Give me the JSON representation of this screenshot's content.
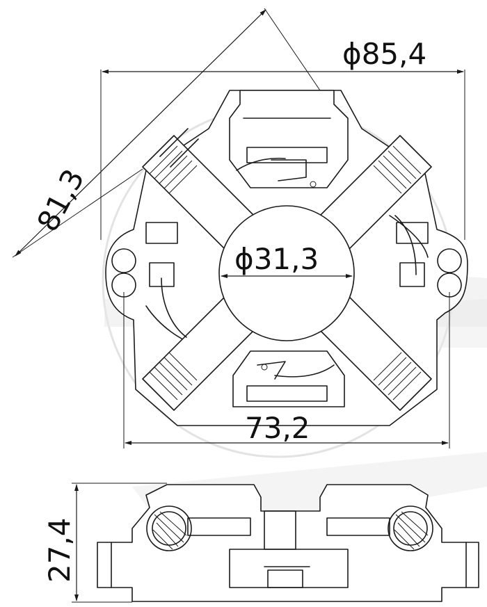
{
  "dimensions": {
    "outer_diameter": "ϕ85,4",
    "diagonal": "81,3",
    "bore_diameter": "ϕ31,3",
    "width": "73,2",
    "height": "27,4"
  }
}
